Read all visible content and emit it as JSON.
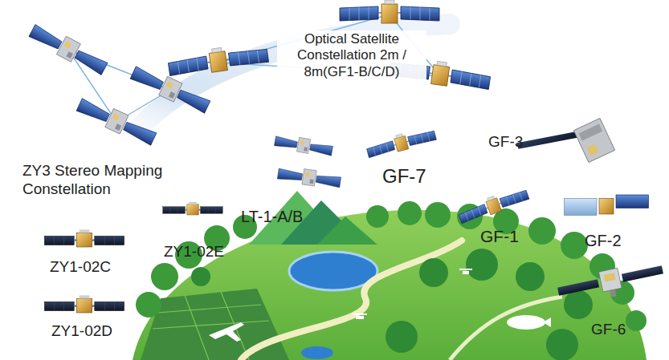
{
  "diagram": {
    "labels": [
      "Optical Satellite Constellation 2m / 8m(GF1-B/C/D)",
      "ZY3 Stereo Mapping Constellation",
      "GF-3",
      "GF-7",
      "LT-1-A/B",
      "GF-1",
      "GF-2",
      "ZY1-02E",
      "ZY1-02C",
      "ZY1-02D",
      "GF-6"
    ]
  }
}
